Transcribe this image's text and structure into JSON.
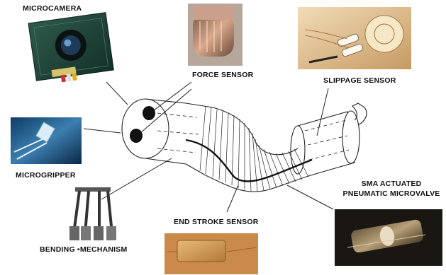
{
  "labels": {
    "microcamera": "MICROCAMERA",
    "force_sensor": "FORCE SENSOR",
    "slippage_sensor": "SLIPPAGE SENSOR",
    "microgripper": "MICROGRIPPER",
    "sma_valve_line1": "SMA ACTUATED",
    "sma_valve_line2": "PNEUMATIC MICROVALVE",
    "end_stroke_sensor": "END STROKE SENSOR",
    "bending_mechanism": "BENDING ▪MECHANISM"
  },
  "colors": {
    "line": "#222222",
    "photo_dark": "#1a2b3a",
    "photo_warm": "#c9a07a",
    "photo_amber": "#e0b060"
  },
  "icons": {
    "microcamera": "camera-board-photo",
    "force_sensor": "force-sensor-photo",
    "slippage_sensor": "slippage-sensor-photo",
    "microgripper": "microgripper-photo",
    "bending_mechanism": "bending-mechanism-photo",
    "end_stroke_sensor": "end-stroke-sensor-photo",
    "sma_valve": "microvalve-photo"
  }
}
